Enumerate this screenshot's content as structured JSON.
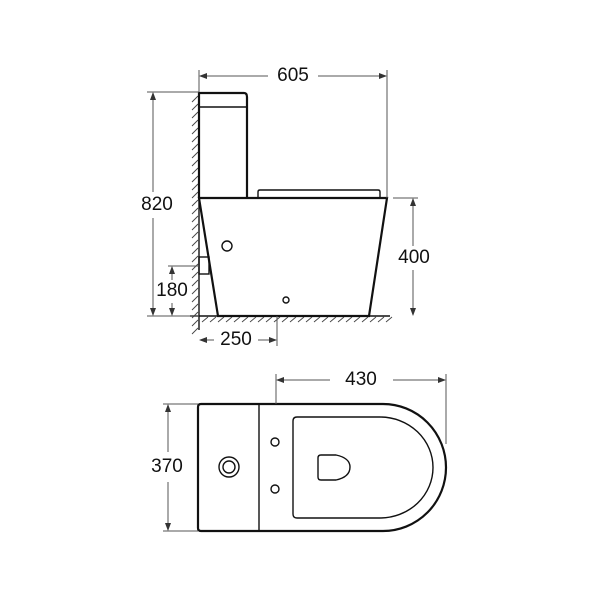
{
  "dimensions": {
    "overall_length": "605",
    "overall_height": "820",
    "seat_height": "400",
    "inlet_height": "180",
    "outlet_distance": "250",
    "bowl_length": "430",
    "overall_width": "370"
  },
  "colors": {
    "line": "#111111",
    "dimension_line": "#555555",
    "background": "#ffffff"
  }
}
